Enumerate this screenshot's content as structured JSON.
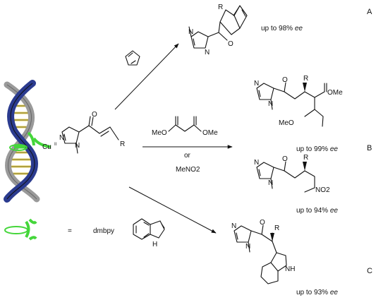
{
  "labels": {
    "copper": "Cu",
    "copper_oxidation": "II",
    "legend_equals": "=",
    "legend_ligand": "dmbpy",
    "conditions_or": "or",
    "nitromethane": "MeNO2",
    "malonate_left_ester": "MeO",
    "malonate_right_ester": "OMe"
  },
  "atoms": {
    "n": "N",
    "o": "O",
    "r": "R",
    "nh": "NH",
    "h": "H",
    "ome": "OMe",
    "meo": "MeO",
    "no2": "NO2"
  },
  "results": [
    {
      "id": "A",
      "yield_prefix": "up to 98%",
      "ee": "ee"
    },
    {
      "id": "B",
      "yield_prefix": "up to 99%",
      "ee": "ee"
    },
    {
      "id": "B2",
      "yield_prefix": "up to 94%",
      "ee": "ee"
    },
    {
      "id": "C",
      "yield_prefix": "up to 93%",
      "ee": "ee"
    }
  ],
  "section_labels": [
    "A",
    "B",
    "C"
  ],
  "colors": {
    "dna_blue": "#2b3b8f",
    "dna_yellow": "#e3cf52",
    "ligand_green": "#44d63a",
    "ink": "#111111"
  }
}
